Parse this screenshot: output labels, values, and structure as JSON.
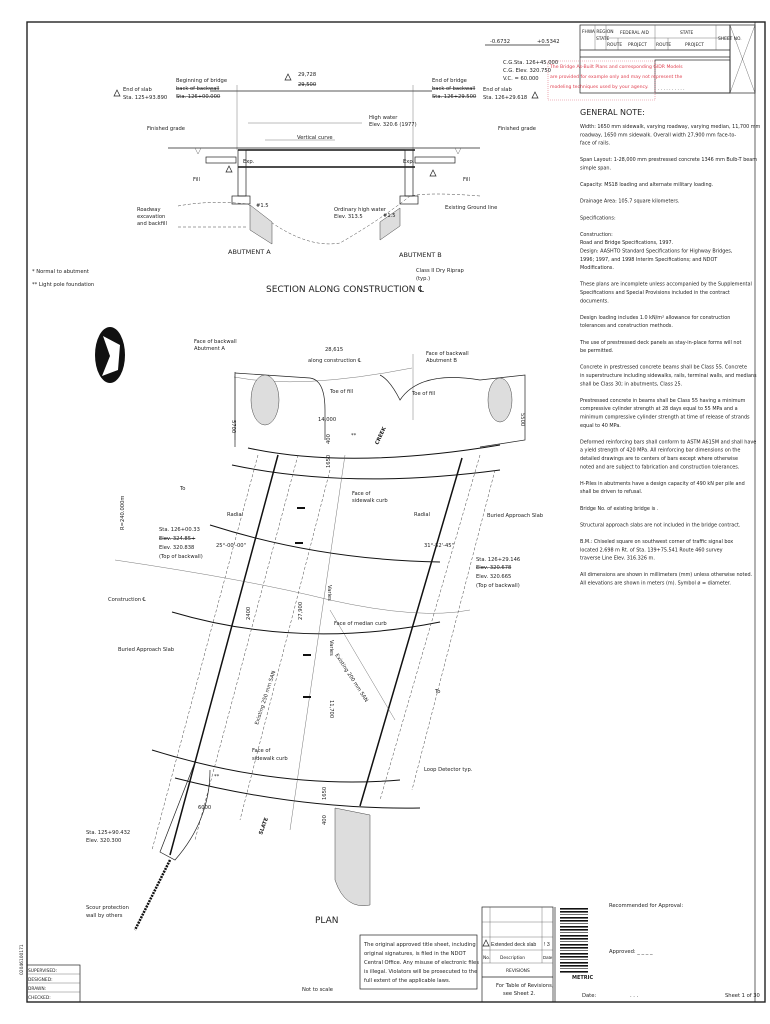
{
  "title_block": {
    "fhwa_region": "FHWA REGION",
    "state": "STATE",
    "federal_aid": "FEDERAL AID",
    "route": "ROUTE",
    "project": "PROJECT",
    "state_group": "STATE",
    "route2": "ROUTE",
    "project2": "PROJECT",
    "sheet_no": "SHEET NO.",
    "dots": ". . .   . . . . . . ."
  },
  "disclaimer": [
    "The Bridge As-Built Plans and corresponding GIDR Models",
    "are provided for example only and may not represent the",
    "modeling techniques used by your agency."
  ],
  "grades": {
    "left": "-0.6732",
    "right": "+0.5342"
  },
  "curve": {
    "sta": "C.G.Sta. 126+45.000",
    "elev": "C.G. Elev. 320.750",
    "vc": "V.C. = 60.000"
  },
  "general_note": {
    "heading": "GENERAL NOTE:",
    "lines": [
      "Width: 1650 mm sidewalk, varying roadway, varying median, 11,700 mm",
      "      roadway, 1650 mm sidewalk.  Overall width 27,900 mm face-to-",
      "      face of rails.",
      "",
      "Span Layout: 1-28,000 mm prestressed concrete 1346 mm Bulb-T beam",
      "             simple span.",
      "",
      "Capacity: MS18 loading and alternate military loading.",
      "",
      "Drainage Area: 105.7 square kilometers.",
      "",
      "Specifications:",
      "",
      "       Construction:",
      "                Road and Bridge Specifications, 1997.",
      "       Design:  AASHTO Standard Specifications for Highway Bridges,",
      "                1996; 1997, and 1998 Interim Specifications; and NDOT",
      "                Modifications.",
      "",
      "These plans are incomplete unless accompanied by the Supplemental",
      "Specifications and Special Provisions included in the contract",
      "documents.",
      "",
      "Design loading includes 1.0 kN/m² allowance for construction",
      "tolerances and construction methods.",
      "",
      "The use of prestressed deck panels as stay-in-place forms will not",
      "be permitted.",
      "",
      "Concrete in prestressed concrete beams shall be Class 55.  Concrete",
      "in superstructure including sidewalks, rails, terminal walls, and medians",
      "shall be Class 30; in abutments, Class 25.",
      "",
      "Prestressed concrete in beams shall be Class 55 having a minimum",
      "compressive cylinder strength at 28 days equal to 55 MPa and a",
      "minimum compressive cylinder strength at time of release of strands",
      "equal to 40 MPa.",
      "",
      "Deformed reinforcing bars shall conform to ASTM A615M and shall have",
      "a yield strength of 420 MPa.  All reinforcing bar dimensions on the",
      "detailed drawings are to centers of bars except where otherwise",
      "noted and are subject to fabrication and construction tolerances.",
      "",
      "H-Piles in abutments have a design capacity of 490 kN per pile and",
      "shall be driven to refusal.",
      "",
      "Bridge No. of existing bridge is      .",
      "",
      "Structural approach slabs are not included in the bridge contract.",
      "",
      "B.M.:  Chiseled square on southwest corner of traffic signal box",
      "       located 2.698 m Rt. of Sta. 139+75.541 Route 460 survey",
      "       traverse Line Elev. 316.326 m.",
      "",
      "All dimensions are shown in millimeters (mm) unless otherwise noted.",
      "All elevations are shown in meters (m). Symbol ø = diameter."
    ]
  },
  "section": {
    "title": "SECTION ALONG CONSTRUCTION ℄",
    "begin_bridge": "Beginning of bridge",
    "back_backwall_a": "back of backwall",
    "sta_a_old": "Sta. 126+00.000",
    "end_slab_a": "End of slab",
    "sta_a": "Sta. 125+93.890",
    "span_new": "29,728",
    "span_old": "29,500",
    "end_bridge": "End of bridge",
    "back_backwall_b": "back of backwall",
    "sta_b_old": "Sta. 126+29.500",
    "end_slab_b": "End of slab",
    "sta_b": "Sta. 126+29.618",
    "high_water": "High water",
    "high_water_elev": "Elev. 320.6 (1977)",
    "finished_grade_l": "Finished grade",
    "finished_grade_r": "Finished grade",
    "vertical_curve": "Vertical curve",
    "exp_l": "Exp.",
    "exp_r": "Exp.",
    "fill_l": "Fill",
    "fill_r": "Fill",
    "roadway_exc": [
      "Roadway",
      "excavation",
      "and backfill"
    ],
    "ohw": "Ordinary high water",
    "ohw_elev": "Elev. 313.5",
    "existing_ground": "Existing Ground line",
    "slope_l": "#1.5",
    "slope_r": "#1.5",
    "abut_a": "ABUTMENT A",
    "abut_b": "ABUTMENT B",
    "riprap": "Class II Dry Riprap",
    "riprap2": "(typ.)"
  },
  "legend": {
    "normal": "*  Normal to abutment",
    "light": "** Light pole foundation"
  },
  "plan": {
    "title": "PLAN",
    "scale": "Not to scale",
    "face_backwall_a": [
      "Face of backwall",
      "Abutment A"
    ],
    "face_backwall_b": [
      "Face of backwall",
      "Abutment B"
    ],
    "length": "28,615",
    "along": "along construction ℄",
    "toe_fill_l": "Toe of fill",
    "toe_fill_r": "Toe of fill",
    "dim_5700": "5700",
    "dim_5500": "5500",
    "dim_14000": "14,000",
    "dim_400_top": "400",
    "dim_1650_top": "1650",
    "dim_2400": "2400",
    "dim_27900": "27,900",
    "dim_11700": "11,700",
    "dim_1650_bot": "1650",
    "dim_400_bot": "400",
    "dim_6000": "6000",
    "varies1": "Varies",
    "varies2": "Varies",
    "star2_top": "**",
    "star2_bot": "**",
    "creek": "CREEK",
    "slate": "SLATE",
    "to_left": "To",
    "to_right": "To",
    "radius": "R=240.000m",
    "radial_l": "Radial",
    "radial_r": "Radial",
    "face_sidewalk_top": [
      "Face of",
      "sidewalk curb"
    ],
    "face_sidewalk_bot": [
      "Face of",
      "sidewalk curb"
    ],
    "face_median": "Face of median curb",
    "buried_slab_r": "Buried Approach Slab",
    "buried_slab_l": "Buried Approach Slab",
    "angle_l": "25°-00'-00\"",
    "angle_r": "31°-52'-45\"",
    "sta_a": [
      "Sta. 126+00.33",
      "Elev. 324.85+",
      "Elev. 320.838",
      "(Top of backwall)"
    ],
    "sta_b": [
      "Sta. 126+29.146",
      "Elev. 320.678",
      "Elev. 320.665",
      "(Top of backwall)"
    ],
    "construction_cl": "Construction ℄",
    "existing_250": "Existing 250 mm SAN",
    "existing_200": "Existing 200 mm SAN",
    "loop_detector": "Loop Detector typ.",
    "sta_c": [
      "Sta. 125+90.432",
      "Elev. 320.300"
    ],
    "scour": [
      "Scour protection",
      "wall by others"
    ]
  },
  "notice": [
    "The original approved title sheet, including",
    "original signatures, is filed in the NDOT",
    "Central Office. Any misuse of electronic files",
    "is illegal. Violators will be prosecuted to the",
    "full extent of the applicable laws."
  ],
  "revisions": {
    "row_desc": "Extended deck slab",
    "row_date": "! 3",
    "no": "No.",
    "description": "Description",
    "date": "Date",
    "heading": "REVISIONS",
    "table_note": [
      "For Table of Revisions,",
      "see Sheet 2."
    ]
  },
  "metric": "METRIC",
  "approval": {
    "recommended": "Recommended for Approval:",
    "approved": "Approved: _ _ _ _",
    "date": "Date:",
    "date_val": ". . .",
    "sheet": "Sheet 1 of 30"
  },
  "signoff": [
    "SUPERVISED:",
    "DESIGNED:",
    "DRAWN:",
    "CHECKED:"
  ],
  "file_id": "02046100171"
}
